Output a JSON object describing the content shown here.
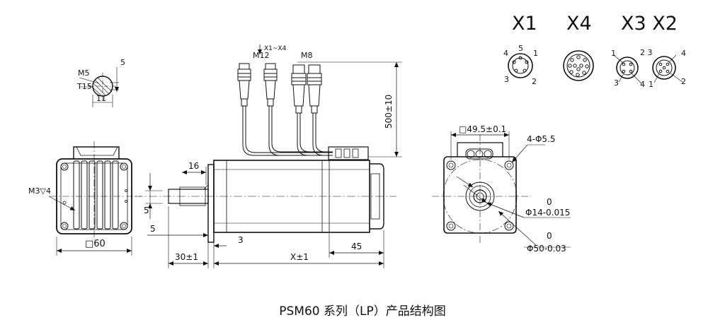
{
  "caption": "PSM60 系列（LP）产品结构图",
  "connectors": {
    "x1": "X1",
    "x4": "X4",
    "x3x2": "X3 X2",
    "x1_pins": [
      "5",
      "4",
      "1",
      "3",
      "2"
    ],
    "x3_pins": [
      "1",
      "3",
      "4"
    ],
    "x2_pins": [
      "2 3",
      "4",
      "1",
      "2"
    ]
  },
  "cable": {
    "m12": "M12",
    "m8": "M8",
    "range_note": "X1~X4",
    "length": "500±10"
  },
  "thread_detail": {
    "m5": "M5",
    "t15": "T15",
    "five": "5",
    "eleven": "11"
  },
  "front_view": {
    "mount_hole": "M3▽4",
    "square": "□60"
  },
  "side_view": {
    "d16": "16",
    "d5_key": "5",
    "d5_shaft": "5",
    "d3": "3",
    "d30": "30±1",
    "dx": "X±1",
    "d45": "45"
  },
  "end_view": {
    "square": "□49.5±0.1",
    "holes": "4-Φ5.5",
    "tol_a_upper": "0",
    "shaft_dia": "Φ14-0.015",
    "tol_b_upper": "0",
    "pilot_dia": "Φ50-0.03"
  }
}
